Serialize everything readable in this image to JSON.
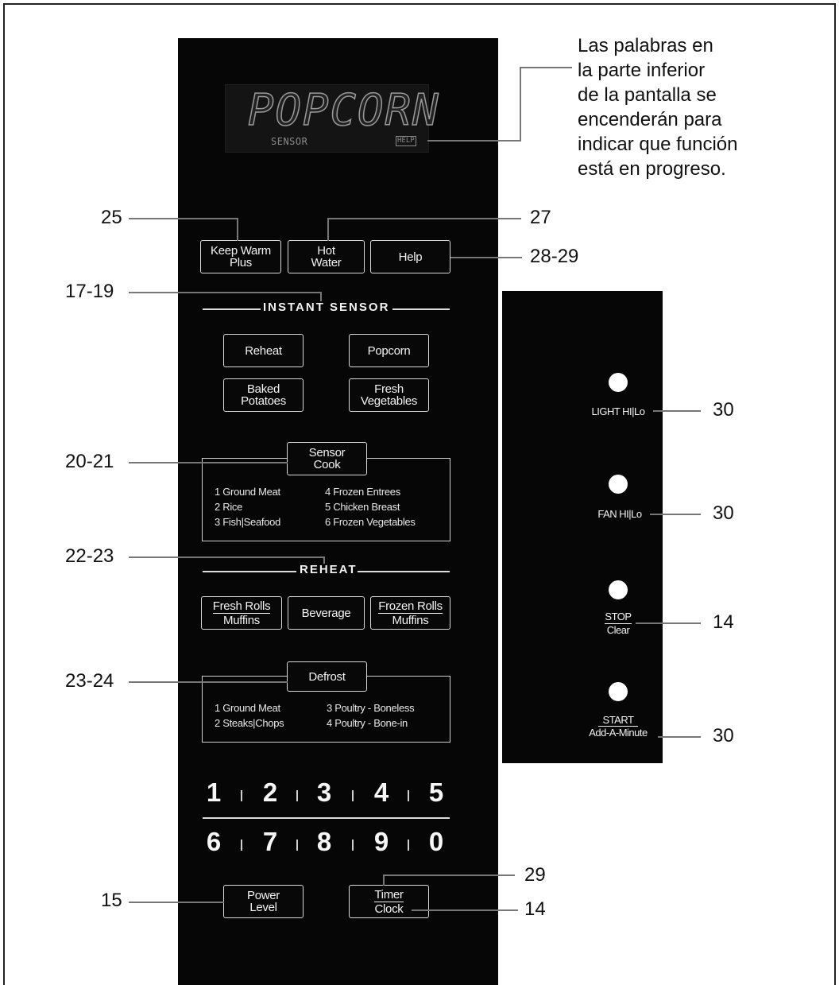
{
  "display": {
    "main_text": "POPCORN",
    "sensor_label": "SENSOR",
    "help_label": "HELP"
  },
  "caption": {
    "line1": "Las palabras en",
    "line2": "la parte inferior",
    "line3": "de la pantalla se",
    "line4": "encenderán para",
    "line5": "indicar que función",
    "line6": "está en progreso."
  },
  "top_buttons": {
    "keep_warm_line1": "Keep Warm",
    "keep_warm_line2": "Plus",
    "hot_water_line1": "Hot",
    "hot_water_line2": "Water",
    "help": "Help"
  },
  "instant_sensor": {
    "header": "INSTANT SENSOR",
    "reheat": "Reheat",
    "popcorn": "Popcorn",
    "baked_line1": "Baked",
    "baked_line2": "Potatoes",
    "fresh_veg_line1": "Fresh",
    "fresh_veg_line2": "Vegetables"
  },
  "sensor_cook": {
    "label_line1": "Sensor",
    "label_line2": "Cook",
    "items_left": [
      "1  Ground Meat",
      "2  Rice",
      "3  Fish|Seafood"
    ],
    "items_right": [
      "4  Frozen Entrees",
      "5  Chicken Breast",
      "6  Frozen Vegetables"
    ]
  },
  "reheat": {
    "header": "REHEAT",
    "fresh_rolls_top": "Fresh Rolls",
    "fresh_rolls_bottom": "Muffins",
    "beverage": "Beverage",
    "frozen_rolls_top": "Frozen Rolls",
    "frozen_rolls_bottom": "Muffins"
  },
  "defrost": {
    "label": "Defrost",
    "items_left": [
      "1  Ground Meat",
      "2  Steaks|Chops"
    ],
    "items_right": [
      "3  Poultry - Boneless",
      "4  Poultry - Bone-in"
    ]
  },
  "number_pad": {
    "row1": [
      "1",
      "2",
      "3",
      "4",
      "5"
    ],
    "row2": [
      "6",
      "7",
      "8",
      "9",
      "0"
    ]
  },
  "bottom_buttons": {
    "power_line1": "Power",
    "power_line2": "Level",
    "timer_top": "Timer",
    "timer_bottom": "Clock"
  },
  "right_panel": {
    "light": "LIGHT HI|Lo",
    "fan": "FAN HI|Lo",
    "stop_top": "STOP",
    "stop_bottom": "Clear",
    "start_top": "START",
    "start_bottom": "Add-A-Minute"
  },
  "callouts": {
    "keep_warm": "25",
    "hot_water": "27",
    "help": "28-29",
    "instant_sensor": "17-19",
    "sensor_cook": "20-21",
    "reheat": "22-23",
    "defrost": "23-24",
    "power_level": "15",
    "timer": "29",
    "clock": "14",
    "light": "30",
    "fan": "30",
    "stop": "14",
    "start": "30"
  }
}
